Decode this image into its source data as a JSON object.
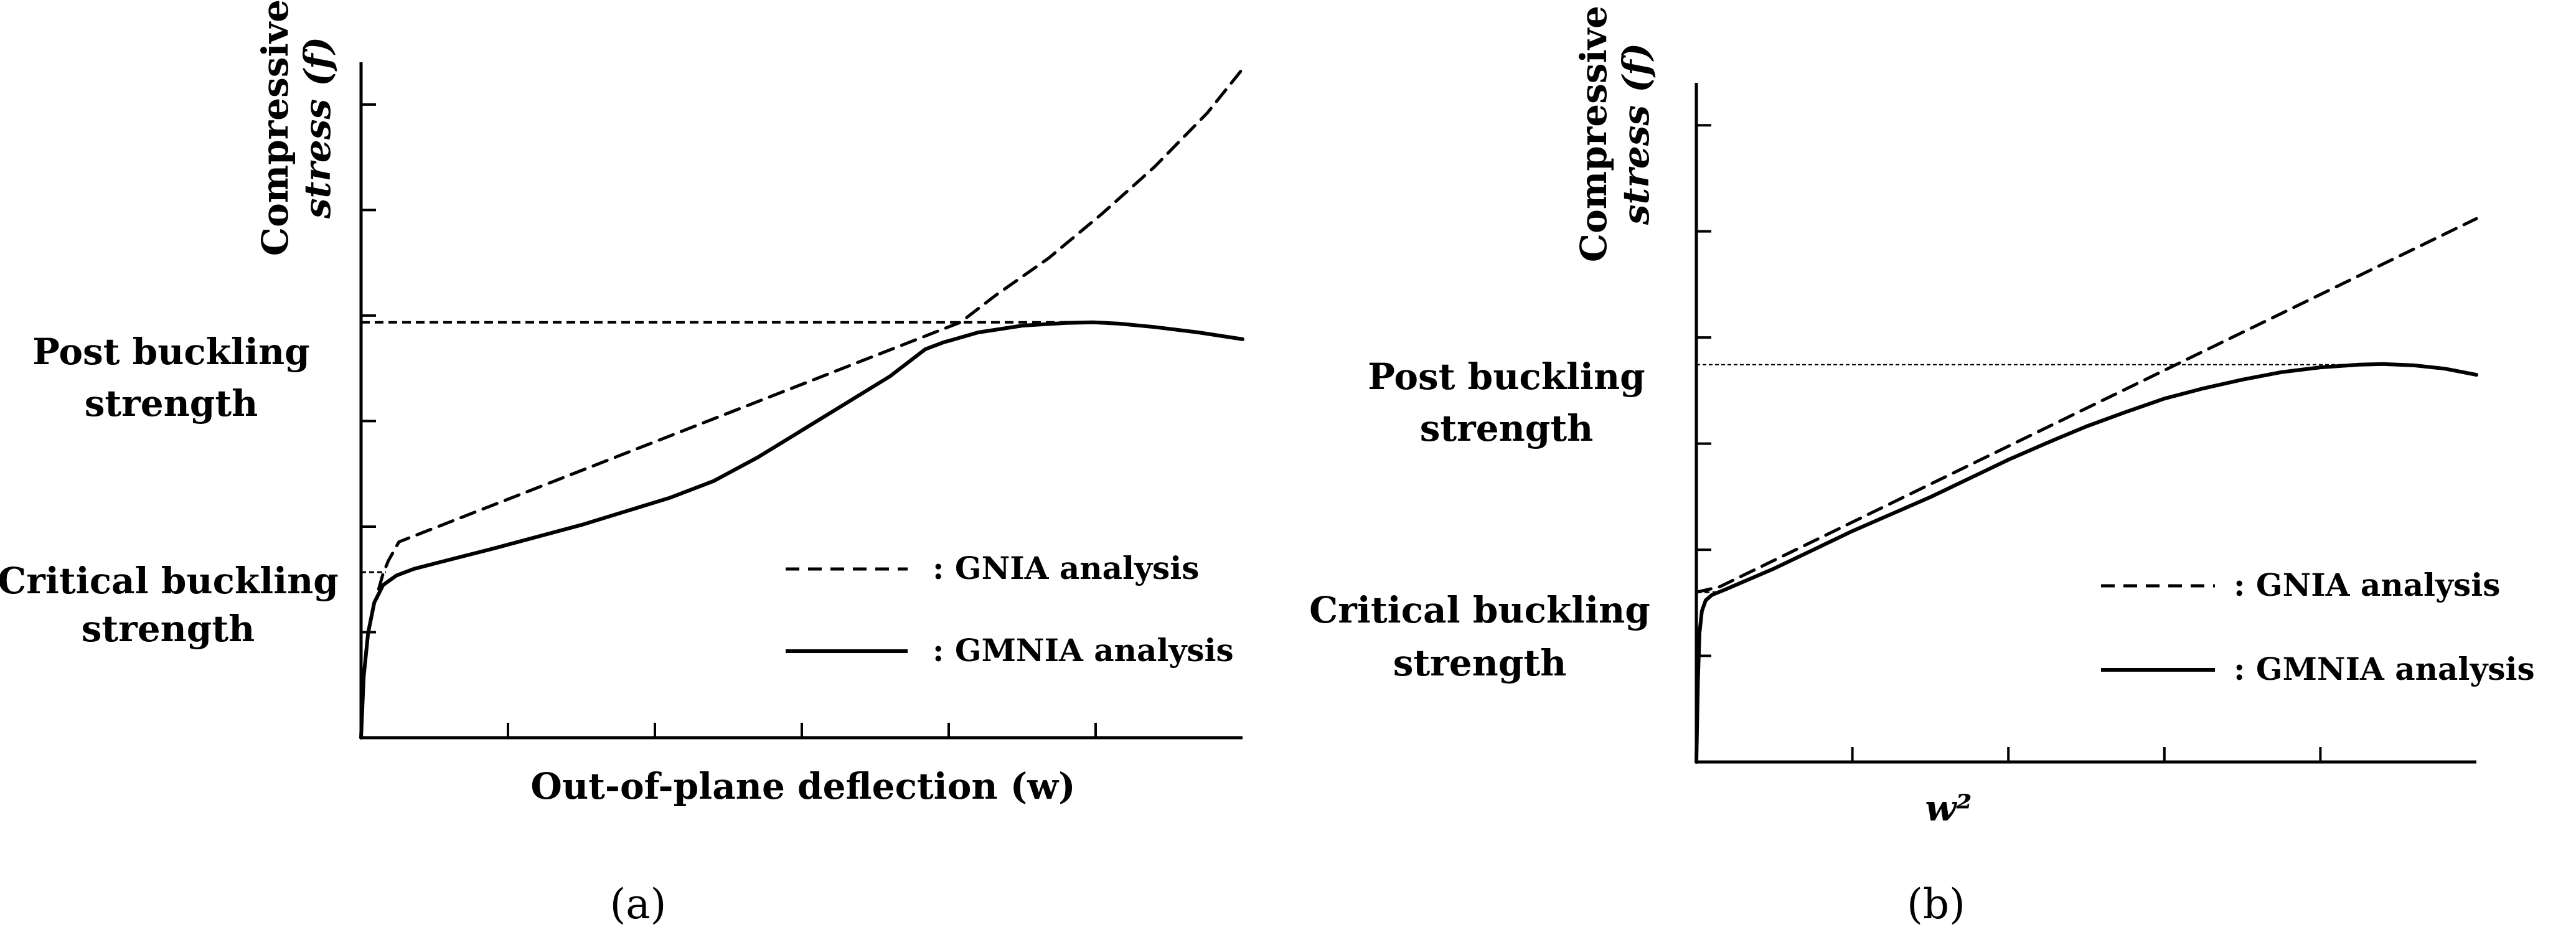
{
  "chart_data": [
    {
      "type": "line",
      "panel_caption": "(a)",
      "ylabel_lines": [
        "Compressive",
        "stress (f)"
      ],
      "xlabel": "Out-of-plane deflection (w)",
      "xlim": [
        0,
        1
      ],
      "ylim": [
        0,
        1
      ],
      "grid": false,
      "legend": "lower-right",
      "annotations": {
        "post_buckling": {
          "lines": [
            "Post buckling",
            "strength"
          ],
          "y": 0.615
        },
        "critical_buckling": {
          "lines": [
            "Critical buckling",
            "strength"
          ],
          "y": 0.245
        }
      },
      "series": [
        {
          "name": ": GNIA analysis",
          "style": "dashed",
          "x": [
            0.02,
            0.025,
            0.031,
            0.037,
            0.043,
            0.68,
            0.72,
            0.78,
            0.84,
            0.9,
            0.96,
            1.0
          ],
          "y": [
            0.22,
            0.243,
            0.262,
            0.276,
            0.29,
            0.615,
            0.655,
            0.71,
            0.775,
            0.845,
            0.925,
            0.99
          ]
        },
        {
          "name": ": GMNIA analysis",
          "style": "solid",
          "x": [
            0.0,
            0.003,
            0.008,
            0.015,
            0.025,
            0.04,
            0.06,
            0.09,
            0.15,
            0.25,
            0.35,
            0.4,
            0.45,
            0.5,
            0.55,
            0.6,
            0.64,
            0.66,
            0.7,
            0.75,
            0.8,
            0.83,
            0.86,
            0.9,
            0.95,
            1.0
          ],
          "y": [
            0.0,
            0.09,
            0.155,
            0.2,
            0.226,
            0.24,
            0.25,
            0.26,
            0.28,
            0.315,
            0.355,
            0.38,
            0.415,
            0.455,
            0.495,
            0.535,
            0.575,
            0.585,
            0.6,
            0.61,
            0.614,
            0.615,
            0.613,
            0.608,
            0.6,
            0.59
          ]
        }
      ]
    },
    {
      "type": "line",
      "panel_caption": "(b)",
      "ylabel_lines": [
        "Compressive",
        "stress (f)"
      ],
      "xlabel": "w²",
      "xlim": [
        0,
        1
      ],
      "ylim": [
        0,
        1
      ],
      "grid": false,
      "legend": "lower-right",
      "annotations": {
        "post_buckling": {
          "lines": [
            "Post buckling",
            "strength"
          ],
          "y": 0.585
        },
        "critical_buckling": {
          "lines": [
            "Critical buckling",
            "strength"
          ],
          "y": 0.25
        }
      },
      "series": [
        {
          "name": ": GNIA analysis",
          "style": "dashed",
          "x": [
            0.0,
            0.03,
            0.4,
            1.0
          ],
          "y": [
            0.25,
            0.258,
            0.465,
            0.8
          ]
        },
        {
          "name": ": GMNIA analysis",
          "style": "solid",
          "x": [
            0.0,
            0.002,
            0.004,
            0.007,
            0.012,
            0.02,
            0.035,
            0.1,
            0.2,
            0.3,
            0.4,
            0.45,
            0.5,
            0.55,
            0.6,
            0.65,
            0.7,
            0.75,
            0.8,
            0.85,
            0.88,
            0.92,
            0.96,
            1.0
          ],
          "y": [
            0.0,
            0.12,
            0.19,
            0.222,
            0.238,
            0.246,
            0.253,
            0.285,
            0.34,
            0.39,
            0.445,
            0.47,
            0.494,
            0.515,
            0.535,
            0.55,
            0.563,
            0.574,
            0.581,
            0.585,
            0.586,
            0.584,
            0.579,
            0.57
          ]
        }
      ]
    }
  ]
}
